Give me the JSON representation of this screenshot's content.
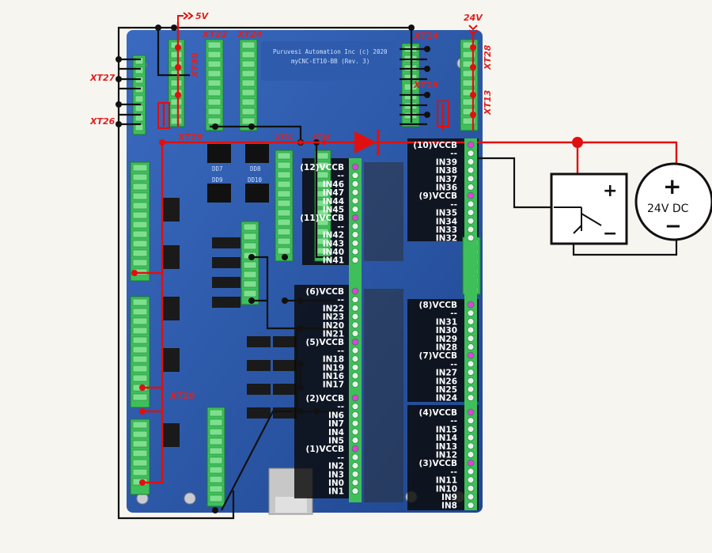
{
  "board": {
    "header_line1": "Puruvesi Automation Inc (c) 2020",
    "header_line2": "myCNC-ET10-BB (Rev. 3)"
  },
  "supply_labels": {
    "v5": "5V",
    "v24": "24V"
  },
  "connectors": {
    "xt23": "XT23",
    "xt24": "XT24",
    "xt14": "XT14",
    "xt15": "XT15",
    "xt27": "XT27",
    "xt26": "XT26",
    "xt28": "XT28",
    "xt13": "XT13",
    "xt30": "XT30",
    "xt29": "XT29",
    "xt20": "XT20",
    "xt31": "XT31",
    "xt36": "XT36"
  },
  "chips": {
    "dd7": "DD7",
    "dd8": "DD8",
    "dd9": "DD9",
    "dd10": "DD10"
  },
  "left_inputs": [
    "(12)VCCB",
    "--",
    "IN46",
    "IN47",
    "IN44",
    "IN45",
    "(11)VCCB",
    "--",
    "IN42",
    "IN43",
    "IN40",
    "IN41",
    "(6)VCCB",
    "--",
    "IN22",
    "IN23",
    "IN20",
    "IN21",
    "(5)VCCB",
    "--",
    "IN18",
    "IN19",
    "IN16",
    "IN17",
    "(2)VCCB",
    "--",
    "IN6",
    "IN7",
    "IN4",
    "IN5",
    "(1)VCCB",
    "--",
    "IN2",
    "IN3",
    "IN0",
    "IN1"
  ],
  "right_inputs": [
    "(10)VCCB",
    "--",
    "IN39",
    "IN38",
    "IN37",
    "IN36",
    "(9)VCCB",
    "--",
    "IN35",
    "IN34",
    "IN33",
    "IN32",
    "(8)VCCB",
    "--",
    "IN31",
    "IN30",
    "IN29",
    "IN28",
    "(7)VCCB",
    "--",
    "IN27",
    "IN26",
    "IN25",
    "IN24",
    "(4)VCCB",
    "--",
    "IN15",
    "IN14",
    "IN13",
    "IN12",
    "(3)VCCB",
    "--",
    "IN11",
    "IN10",
    "IN9",
    "IN8"
  ],
  "power_supply": {
    "label": "24V DC",
    "plus": "+",
    "minus": "−"
  },
  "sensor": {
    "plus": "+",
    "minus": "−"
  },
  "colors": {
    "board": "#2a55a3",
    "wire_red": "#e01010",
    "terminal": "#3fbf5a",
    "vccb_dot": "#e040e0"
  }
}
